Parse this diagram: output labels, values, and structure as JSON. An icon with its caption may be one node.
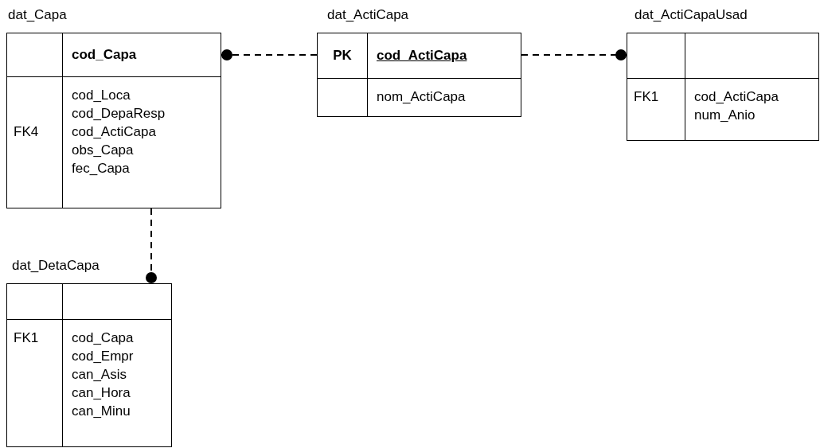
{
  "diagram": {
    "nodes": [
      {
        "text": [
          "dat_Capa",
          "cod_Capa",
          "FK4",
          "cod_Loca",
          "cod_DepaResp",
          "cod_ActiCapa",
          "obs_Capa",
          "fec_Capa"
        ]
      },
      {
        "text": [
          "dat_ActiCapa",
          "PK",
          "cod_ActiCapa",
          "nom_ActiCapa"
        ]
      },
      {
        "text": [
          "dat_ActiCapaUsad",
          "FK1",
          "cod_ActiCapa",
          "num_Anio"
        ]
      },
      {
        "text": [
          "dat_DetaCapa",
          "FK1",
          "cod_Capa",
          "cod_Empr",
          "can_Asis",
          "can_Hora",
          "can_Minu"
        ]
      }
    ],
    "edges": [
      {
        "from": 1,
        "to": 0,
        "arrow": "other",
        "style": "dashed"
      },
      {
        "from": 1,
        "to": 2,
        "arrow": "other",
        "style": "dashed"
      },
      {
        "from": 0,
        "to": 3,
        "arrow": "other",
        "style": "dashed"
      }
    ]
  }
}
